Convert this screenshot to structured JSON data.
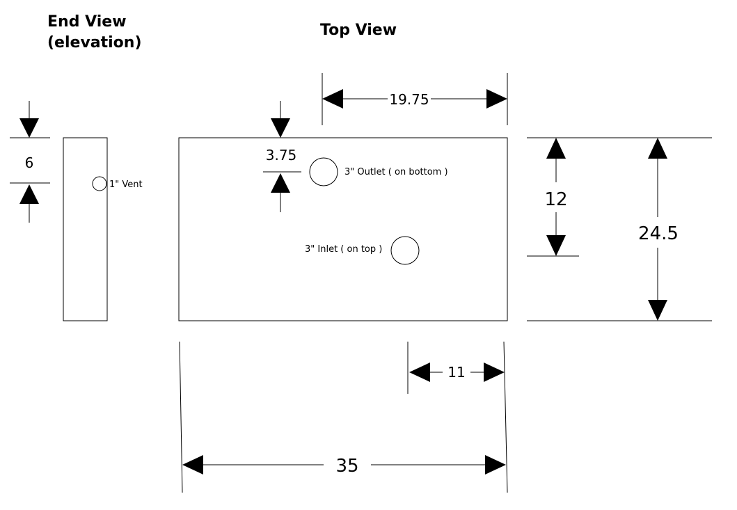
{
  "titles": {
    "end_view_line1": "End View",
    "end_view_line2": "(elevation)",
    "top_view": "Top View"
  },
  "dimensions": {
    "end_height": "6",
    "hole_offset_horizontal": "19.75",
    "hole_offset_vertical": "3.75",
    "half_width": "12",
    "full_width": "24.5",
    "inlet_offset": "11",
    "length": "35"
  },
  "notes": {
    "vent": "1\" Vent",
    "outlet": "3\" Outlet ( on bottom )",
    "inlet": "3\" Inlet ( on top )"
  }
}
